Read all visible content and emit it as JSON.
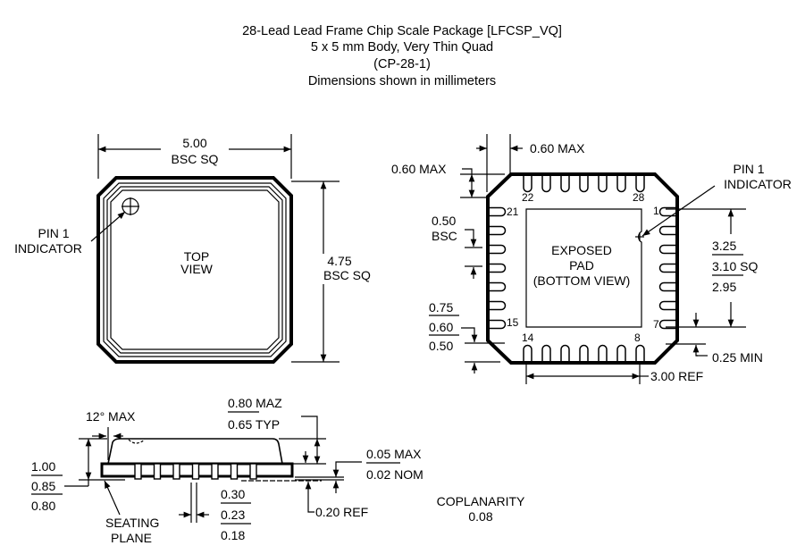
{
  "title": {
    "line1": "28-Lead Lead Frame Chip Scale Package [LFCSP_VQ]",
    "line2": "5 x 5 mm Body, Very Thin Quad",
    "line3": "(CP-28-1)",
    "line4": "Dimensions shown in millimeters"
  },
  "top_view": {
    "width_dim": "5.00",
    "width_note": "BSC SQ",
    "height_dim": "4.75",
    "height_note": "BSC SQ",
    "label1": "TOP",
    "label2": "VIEW",
    "pin1_line1": "PIN 1",
    "pin1_line2": "INDICATOR"
  },
  "bottom_view": {
    "lead_len_top": "0.60 MAX",
    "lead_len_left": "0.60 MAX",
    "pitch": "0.50",
    "pitch_note": "BSC",
    "lead_len_max": "0.75",
    "lead_len_nom": "0.60",
    "lead_len_min": "0.50",
    "pad_max": "3.25",
    "pad_nom": "3.10 SQ",
    "pad_min": "2.95",
    "min_gap": "0.25 MIN",
    "ref": "3.00 REF",
    "pin1_line1": "PIN 1",
    "pin1_line2": "INDICATOR",
    "pad_label1": "EXPOSED",
    "pad_label2": "PAD",
    "pad_label3": "(BOTTOM VIEW)",
    "pins": {
      "p22": "22",
      "p28": "28",
      "p21": "21",
      "p1": "1",
      "p15": "15",
      "p7": "7",
      "p14": "14",
      "p8": "8"
    }
  },
  "side_view": {
    "angle": "12° MAX",
    "thick_max": "1.00",
    "thick_nom": "0.85",
    "thick_min": "0.80",
    "mold_max": "0.80 MAZ",
    "mold_typ": "0.65 TYP",
    "standoff_max": "0.05 MAX",
    "standoff_nom": "0.02 NOM",
    "frame_ref": "0.20 REF",
    "lead_w_max": "0.30",
    "lead_w_nom": "0.23",
    "lead_w_min": "0.18",
    "seating1": "SEATING",
    "seating2": "PLANE",
    "coplanarity": "COPLANARITY",
    "coplanarity_value": "0.08"
  }
}
